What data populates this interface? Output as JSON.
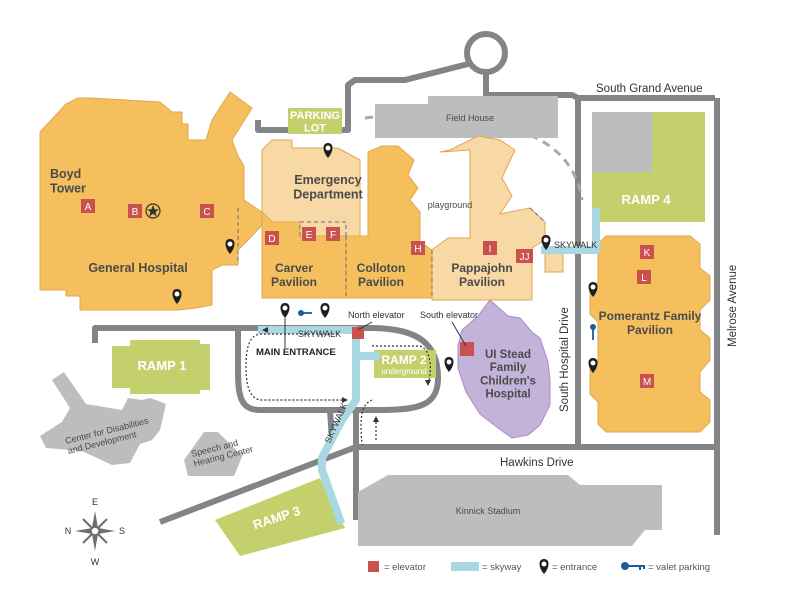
{
  "colors": {
    "building": "#f6bf5e",
    "building_light": "#f8d9a6",
    "building_outline": "#e1a64b",
    "ramp": "#c4d06c",
    "gray_building": "#bcbdbf",
    "road": "#828487",
    "skyway": "#a9d8e2",
    "elevator": "#c9524f",
    "stead": "#c3b3d8",
    "pin": "#1e1e1e",
    "valet": "#1c5c9c"
  },
  "roads": {
    "south_grand": "South Grand Avenue",
    "melrose": "Melrose Avenue",
    "hawkins": "Hawkins Drive",
    "south_hospital": "South Hospital Drive"
  },
  "buildings": {
    "boyd_tower": "Boyd Tower",
    "general_hospital": "General Hospital",
    "emergency": "Emergency Department",
    "carver": "Carver Pavilion",
    "colloton": "Colloton Pavilion",
    "pappajohn": "Pappajohn Pavilion",
    "pomerantz": "Pomerantz Family Pavilion",
    "stead": "UI Stead Family Children's Hospital",
    "field_house": "Field House",
    "kinnick": "Kinnick Stadium",
    "cdd": "Center for Disabilities and Development",
    "speech": "Speech and Hearing Center"
  },
  "ramps": {
    "r1": "RAMP 1",
    "r2": "RAMP 2",
    "r2_sub": "underground",
    "r3": "RAMP 3",
    "r4": "RAMP 4",
    "parking_lot": "PARKING LOT"
  },
  "labels": {
    "playground": "playground",
    "main_entrance": "MAIN ENTRANCE",
    "skywalk": "SKYWALK",
    "north_elevator": "North elevator",
    "south_elevator": "South elevator"
  },
  "elevator_letters": [
    "A",
    "B",
    "C",
    "D",
    "E",
    "F",
    "H",
    "I",
    "JJ",
    "K",
    "L",
    "M"
  ],
  "compass": {
    "n": "N",
    "e": "E",
    "s": "S",
    "w": "W"
  },
  "legend": {
    "elevator": "= elevator",
    "skyway": "= skyway",
    "entrance": "= entrance",
    "valet": "= valet parking"
  }
}
